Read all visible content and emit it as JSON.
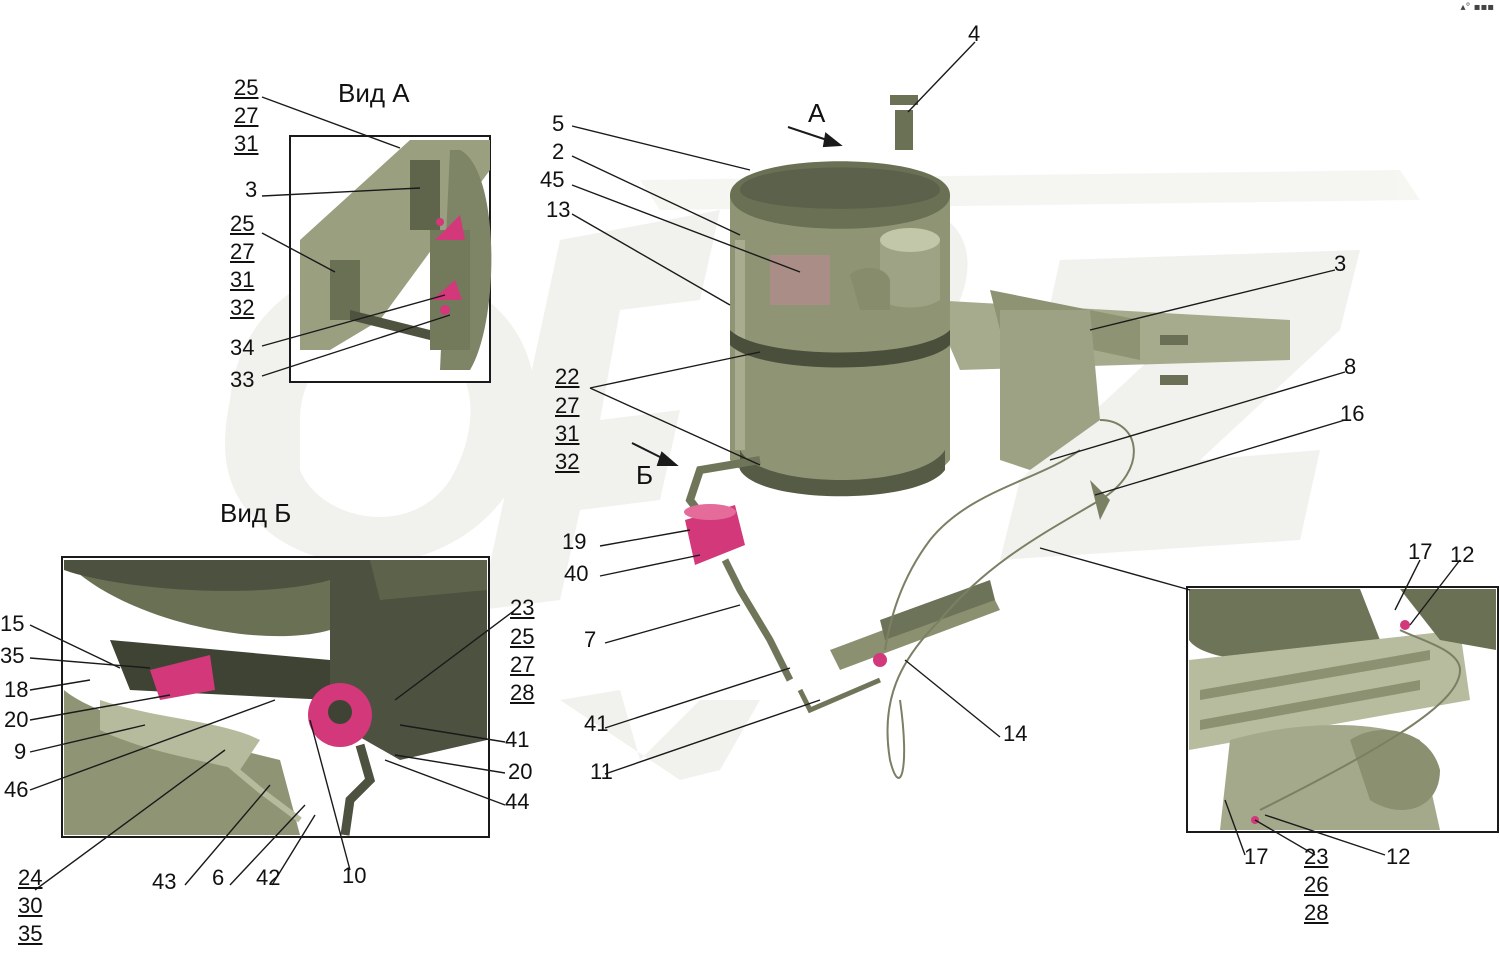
{
  "views": {
    "view_a_title": "Вид А",
    "view_b_title": "Вид Б",
    "arrow_a": "А",
    "arrow_b": "Б"
  },
  "corner_mark": "▴° ▪▪▪",
  "callouts": {
    "c25a": "25",
    "c27a": "27",
    "c31a": "31",
    "c3a": "3",
    "c25b": "25",
    "c27b": "27",
    "c31b": "31",
    "c32b": "32",
    "c34": "34",
    "c33": "33",
    "c5": "5",
    "c2": "2",
    "c45": "45",
    "c13": "13",
    "c4": "4",
    "c3b": "3",
    "c8": "8",
    "c16": "16",
    "c22": "22",
    "c27c": "27",
    "c31c": "31",
    "c32c": "32",
    "c19": "19",
    "c40": "40",
    "c7": "7",
    "c41a": "41",
    "c11": "11",
    "c14": "14",
    "c15": "15",
    "c35a": "35",
    "c18": "18",
    "c20a": "20",
    "c9": "9",
    "c46": "46",
    "c24": "24",
    "c30": "30",
    "c35b": "35",
    "c43": "43",
    "c6": "6",
    "c42": "42",
    "c10": "10",
    "c23a": "23",
    "c25c": "25",
    "c27d": "27",
    "c28a": "28",
    "c41b": "41",
    "c20b": "20",
    "c44": "44",
    "c17a": "17",
    "c12a": "12",
    "c17b": "17",
    "c23b": "23",
    "c26": "26",
    "c28b": "28",
    "c12b": "12"
  },
  "colors": {
    "body": "#8c9270",
    "body_light": "#b9bd9f",
    "body_dark": "#5e6448",
    "accent": "#d2387a",
    "watermark": "#e4e6dc",
    "line": "#1a1a1a"
  }
}
